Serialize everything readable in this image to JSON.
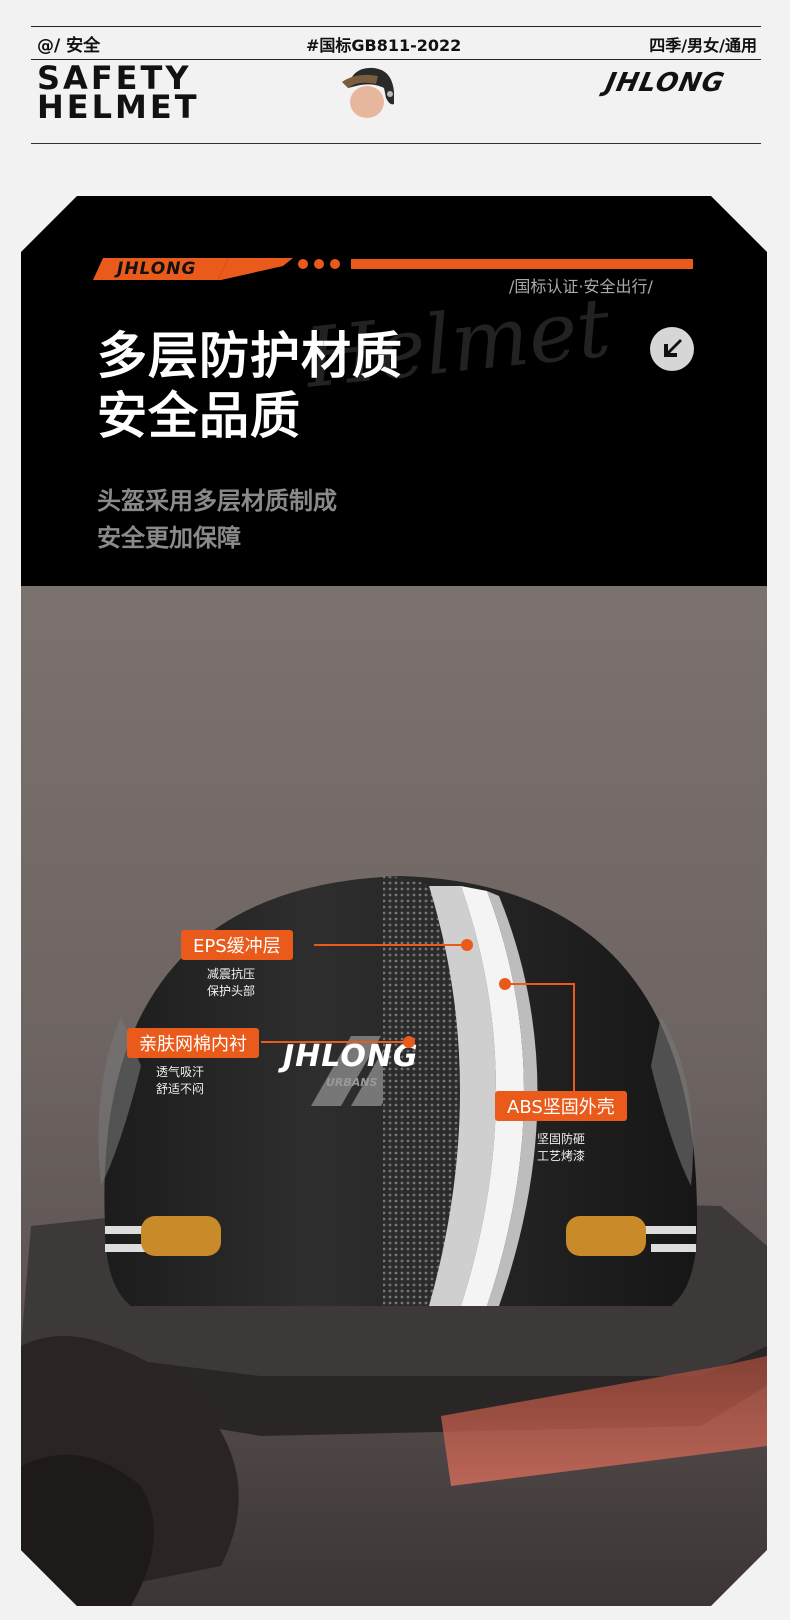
{
  "header": {
    "left_label": "@/  安全",
    "center_label": "#国标GB811-2022",
    "right_label": "四季/男女/通用",
    "title_line1": "SAFETY",
    "title_line2": "HELMET",
    "brand": "JHLONG"
  },
  "hero": {
    "brand": "JHLONG",
    "certification": "/国标认证·安全出行/",
    "watermark": "Helmet",
    "headline_line1": "多层防护材质",
    "headline_line2": "安全品质",
    "sub_line1": "头盔采用多层材质制成",
    "sub_line2": "安全更加保障"
  },
  "callouts": [
    {
      "label": "EPS缓冲层",
      "desc_line1": "减震抗压",
      "desc_line2": "保护头部"
    },
    {
      "label": "亲肤网棉内衬",
      "desc_line1": "透气吸汗",
      "desc_line2": "舒适不闷"
    },
    {
      "label": "ABS坚固外壳",
      "desc_line1": "坚固防砸",
      "desc_line2": "工艺烤漆"
    }
  ],
  "helmet_logo": "JHLONG",
  "helmet_sub": "URBANS",
  "colors": {
    "accent": "#ea5a1a",
    "dark": "#000000",
    "background": "#f2f2f2"
  },
  "icons": [
    "arrow-down-left-icon"
  ]
}
